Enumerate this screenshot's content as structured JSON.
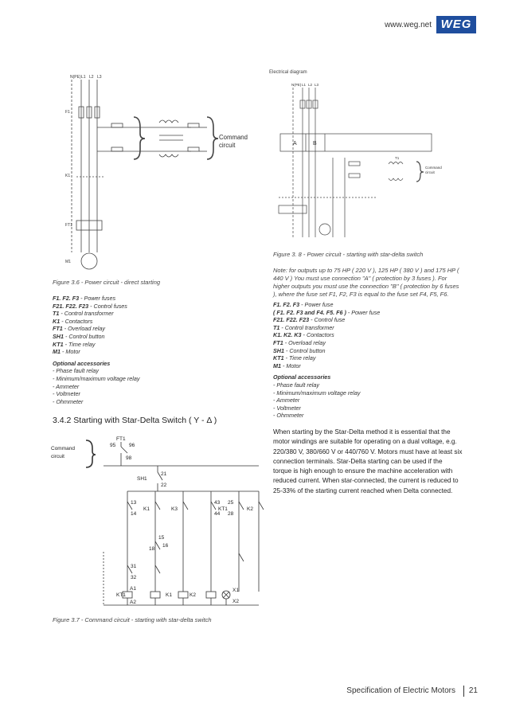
{
  "header": {
    "url": "www.weg.net",
    "logo": "WEG"
  },
  "fig36": {
    "command_circuit": [
      "Command",
      "circuit"
    ],
    "caption": "Figure 3.6 - Power circuit - direct starting",
    "legend": [
      {
        "k": "F1. F2. F3",
        "v": " - Power fuses"
      },
      {
        "k": "F21. F22. F23",
        "v": " - Control fuses"
      },
      {
        "k": "T1",
        "v": " - Control transformer"
      },
      {
        "k": "K1",
        "v": " - Contactors"
      },
      {
        "k": "FT1",
        "v": " - Overload relay"
      },
      {
        "k": "SH1",
        "v": " - Control button"
      },
      {
        "k": "KT1",
        "v": " - Time relay"
      },
      {
        "k": "M1",
        "v": " - Motor"
      }
    ],
    "optional_title": "Optional accessories",
    "optional": [
      "- Phase fault relay",
      "- Minimum/maximum voltage relay",
      "- Ammeter",
      "- Voltmeter",
      "- Ohmmeter"
    ]
  },
  "fig38": {
    "title": "Electrical diagram",
    "caption": "Figure 3. 8 - Power circuit - starting with star-delta switch",
    "note": "Note: for outputs up to 75 HP ( 220 V ), 125 HP ( 380 V ) and 175 HP ( 440 V ) You must use connection \"A\" ( protection by 3 fuses ). For higher outputs you must use the connection \"B\" ( protection by 6 fuses ), where the fuse set F1, F2, F3 is equal to the fuse set F4, F5, F6.",
    "legend": [
      {
        "k": "F1. F2. F3",
        "v": " - Power fuse"
      },
      {
        "k": "( F1. F2. F3 and F4. F5. F6 )",
        "v": " - Power fuse"
      },
      {
        "k": "F21. F22. F23",
        "v": " - Control fuse"
      },
      {
        "k": "T1",
        "v": " - Control transformer"
      },
      {
        "k": "K1. K2. K3",
        "v": " - Contactors"
      },
      {
        "k": "FT1",
        "v": " - Overload relay"
      },
      {
        "k": "SH1",
        "v": " - Control button"
      },
      {
        "k": "KT1",
        "v": " - Time relay"
      },
      {
        "k": "M1",
        "v": " - Motor"
      }
    ],
    "optional_title": "Optional accessories",
    "optional": [
      "- Phase fault relay",
      "- Minimum/maximum voltage relay",
      "- Ammeter",
      "- Voltmeter",
      "- Ohmmeter"
    ],
    "labels": {
      "npe": "N(PE)",
      "l1": "L1",
      "l2": "L2",
      "l3": "L3",
      "a": "A",
      "b": "B",
      "cmd": "Command",
      "circ": "circuit",
      "t1": "T1"
    }
  },
  "section": {
    "heading": "3.4.2 Starting with Star-Delta Switch ( Y - Δ )",
    "body": "When starting by the Star-Delta method it is essential that the motor windings are suitable for operating on a dual voltage, e.g. 220/380 V, 380/660 V or 440/760 V. Motors must have at least six connection terminals. Star-Delta starting can be used if the torque is high enough to ensure the machine acceleration with reduced current. When star-connected, the current is reduced to 25-33% of the starting current reached when Delta connected."
  },
  "fig37": {
    "caption": "Figure 3.7 - Command circuit - starting with star-delta switch",
    "labels": {
      "command": "Command",
      "circuit": "circuit",
      "ft1": "FT1",
      "n95": "95",
      "n96": "96",
      "n98": "98",
      "sh1": "SH1",
      "n21": "21",
      "n22": "22",
      "n13": "13",
      "n14": "14",
      "n43": "43",
      "n44": "44",
      "n25": "25",
      "n28": "28",
      "n15": "15",
      "n16": "16",
      "n18": "18",
      "n31": "31",
      "n32": "32",
      "k1": "K1",
      "k2": "K2",
      "k3": "K3",
      "kt1": "KT1",
      "a1": "A1",
      "a2": "A2",
      "x1": "X1",
      "x2": "X2"
    }
  },
  "footer": {
    "title": "Specification of Electric Motors",
    "page": "21"
  }
}
